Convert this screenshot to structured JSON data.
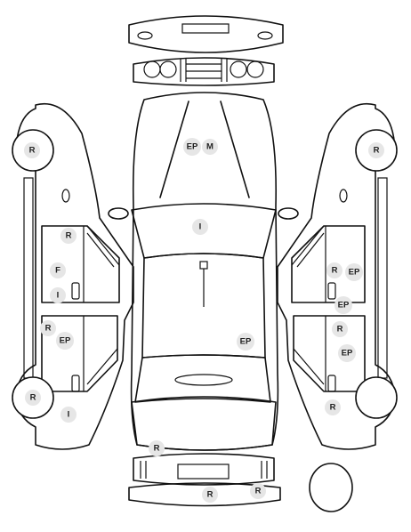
{
  "diagram": {
    "markers": [
      {
        "id": "hood-ep",
        "code": "EP"
      },
      {
        "id": "hood-m",
        "code": "M"
      },
      {
        "id": "windshield-i",
        "code": "I"
      },
      {
        "id": "left-front-wheel-r",
        "code": "R"
      },
      {
        "id": "left-front-door-r",
        "code": "R"
      },
      {
        "id": "left-front-door-f",
        "code": "F"
      },
      {
        "id": "left-front-door-i",
        "code": "I"
      },
      {
        "id": "left-rear-door-r",
        "code": "R"
      },
      {
        "id": "left-rear-door-ep",
        "code": "EP"
      },
      {
        "id": "left-rear-wheel-r",
        "code": "R"
      },
      {
        "id": "left-rear-quarter-i",
        "code": "I"
      },
      {
        "id": "roof-ep",
        "code": "EP"
      },
      {
        "id": "right-front-wheel-r",
        "code": "R"
      },
      {
        "id": "right-front-door-r",
        "code": "R"
      },
      {
        "id": "right-front-door-ep",
        "code": "EP"
      },
      {
        "id": "right-pillar-ep",
        "code": "EP"
      },
      {
        "id": "right-rear-door-r",
        "code": "R"
      },
      {
        "id": "right-rear-door-ep",
        "code": "EP"
      },
      {
        "id": "right-rear-quarter-r",
        "code": "R"
      },
      {
        "id": "trunk-r",
        "code": "R"
      },
      {
        "id": "rear-bumper-r-left",
        "code": "R"
      },
      {
        "id": "rear-bumper-r-right",
        "code": "R"
      }
    ]
  }
}
